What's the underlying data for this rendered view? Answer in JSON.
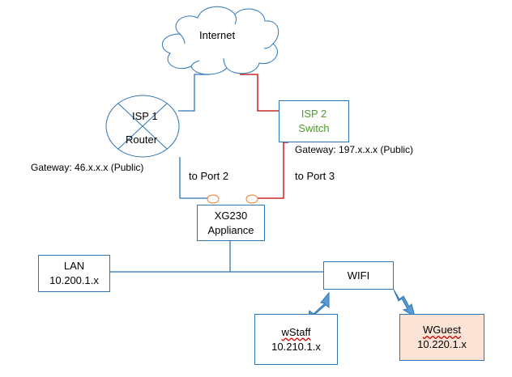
{
  "internet": {
    "label": "Internet"
  },
  "isp1": {
    "name": "ISP 1",
    "device": "Router",
    "gateway": "Gateway: 46.x.x.x (Public)",
    "port": "to Port 2"
  },
  "isp2": {
    "name": "ISP 2",
    "device": "Switch",
    "gateway": "Gateway: 197.x.x.x (Public)",
    "port": "to Port 3",
    "text_color": "#4e9a2a"
  },
  "appliance": {
    "line1": "XG230",
    "line2": "Appliance"
  },
  "lan": {
    "name": "LAN",
    "subnet": "10.200.1.x"
  },
  "wifi": {
    "name": "WIFI"
  },
  "wstaff": {
    "name": "wStaff",
    "subnet": "10.210.1.x"
  },
  "wguest": {
    "name": "WGuest",
    "subnet": "10.220.1.x",
    "fill": "#fbe4d5"
  },
  "colors": {
    "isp1_link": "#2e75b6",
    "isp2_link": "#c00000",
    "port_ring": "#ed7d31",
    "box_border": "#2e75b6",
    "wireless": "#5b9bd5"
  }
}
